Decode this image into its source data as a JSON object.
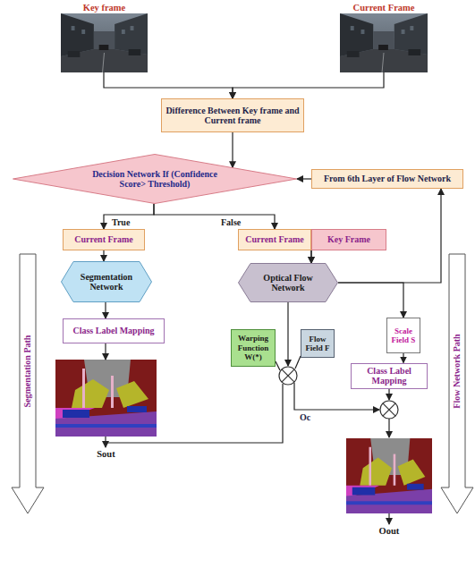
{
  "diagram": {
    "nodes": [
      {
        "text": [
          "Key frame"
        ]
      },
      {
        "text": [
          "Current Frame"
        ]
      },
      {
        "text": [
          "Difference Between Key frame and Current frame"
        ]
      },
      {
        "text": [
          "Decision Network If (Confidence Score> Threshold)"
        ]
      },
      {
        "text": [
          "From 6th Layer of Flow Network"
        ]
      },
      {
        "text": [
          "Current Frame"
        ]
      },
      {
        "text": [
          "Current Frame"
        ]
      },
      {
        "text": [
          "Key Frame"
        ]
      },
      {
        "text": [
          "Segmentation Network"
        ]
      },
      {
        "text": [
          "Optical Flow Network"
        ]
      },
      {
        "text": [
          "Class Label Mapping"
        ]
      },
      {
        "text": [
          "Scale Field S"
        ]
      },
      {
        "text": [
          "Warping Function W(*)"
        ]
      },
      {
        "text": [
          "Flow Field F"
        ]
      },
      {
        "text": [
          "Class Label Mapping"
        ]
      },
      {
        "text": [
          "Sout"
        ]
      },
      {
        "text": [
          "Oout"
        ]
      }
    ],
    "edges": [
      {
        "from": 0,
        "to": 2,
        "arrow": "to"
      },
      {
        "from": 1,
        "to": 2,
        "arrow": "to"
      },
      {
        "from": 2,
        "to": 3,
        "arrow": "to"
      },
      {
        "from": 4,
        "to": 3,
        "arrow": "to"
      },
      {
        "from": 3,
        "to": 5,
        "label": "True",
        "arrow": "to"
      },
      {
        "from": 3,
        "to": 6,
        "label": "False",
        "arrow": "to"
      },
      {
        "from": 5,
        "to": 8,
        "arrow": "to"
      },
      {
        "from": 8,
        "to": 10,
        "arrow": "to"
      },
      {
        "from": 10,
        "to": 15,
        "arrow": "to"
      },
      {
        "from": 6,
        "to": 9,
        "arrow": "to"
      },
      {
        "from": 7,
        "to": 9,
        "arrow": "to"
      },
      {
        "from": 9,
        "to": 4,
        "arrow": "to"
      },
      {
        "from": 9,
        "to": 11,
        "arrow": "to"
      },
      {
        "from": 11,
        "to": 14,
        "arrow": "to"
      }
    ],
    "labels": [
      "Oc",
      "Segmentation Path",
      "Flow Network Path"
    ]
  }
}
